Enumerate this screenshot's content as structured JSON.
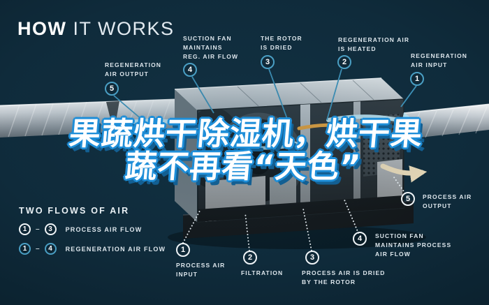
{
  "title": {
    "bold": "HOW",
    "light": "IT WORKS"
  },
  "headline": {
    "line1": "果蔬烘干除湿机，烘干果",
    "line2": "蔬不再看“天色”"
  },
  "regeneration_callouts": [
    {
      "num": "1",
      "label": "REGENERATION AIR INPUT"
    },
    {
      "num": "2",
      "label": "REGENERATION AIR IS HEATED"
    },
    {
      "num": "3",
      "label": "THE ROTOR IS DRIED"
    },
    {
      "num": "4",
      "label": "SUCTION FAN MAINTAINS REG. AIR FLOW"
    },
    {
      "num": "5",
      "label": "REGENERATION AIR OUTPUT"
    }
  ],
  "process_callouts": [
    {
      "num": "1",
      "label": "PROCESS AIR INPUT"
    },
    {
      "num": "2",
      "label": "FILTRATION"
    },
    {
      "num": "3",
      "label": "PROCESS AIR IS DRIED BY THE ROTOR"
    },
    {
      "num": "4",
      "label": "SUCTION FAN MAINTAINS PROCESS AIR FLOW"
    },
    {
      "num": "5",
      "label": "PROCESS AIR OUTPUT"
    }
  ],
  "legend": {
    "title": "TWO FLOWS OF AIR",
    "rows": [
      {
        "from": "1",
        "dash": "–",
        "to": "3",
        "label": "PROCESS AIR FLOW",
        "style": "process"
      },
      {
        "from": "1",
        "dash": "–",
        "to": "4",
        "label": "REGENERATION AIR FLOW",
        "style": "regeneration"
      }
    ]
  },
  "colors": {
    "background": "#0f2b3b",
    "accent_blue": "#4a9fc4",
    "circle_white": "#eef3f6",
    "headline_fill": "#ffffff",
    "headline_outline": "#1e8ed8",
    "heater_arrow": "#e7a33e",
    "output_arrow": "#e8d9b8"
  }
}
